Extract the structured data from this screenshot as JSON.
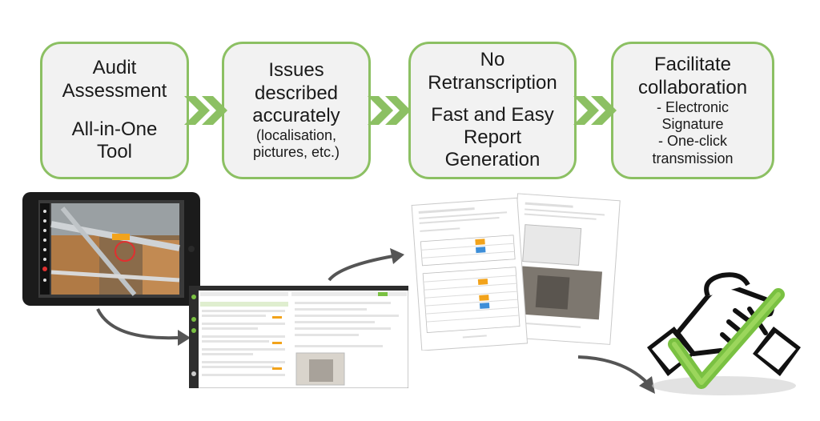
{
  "steps": [
    {
      "lines": [
        "Audit",
        "Assessment",
        "",
        "All-in-One",
        "Tool"
      ]
    },
    {
      "lines": [
        "Issues",
        "described",
        "accurately"
      ],
      "sub_lines": [
        "(localisation,",
        "pictures, etc.)"
      ]
    },
    {
      "lines": [
        "No",
        "Retranscription",
        "",
        "Fast and Easy",
        "Report",
        "Generation"
      ]
    },
    {
      "lines": [
        "Facilitate",
        "collaboration"
      ],
      "sub_lines": [
        "- Electronic",
        "Signature",
        "- One-click",
        "transmission"
      ]
    }
  ],
  "colors": {
    "accent_green": "#8cc063",
    "box_fill": "#f2f2f2",
    "arrow_gray": "#555555",
    "check_green": "#7ac142"
  }
}
